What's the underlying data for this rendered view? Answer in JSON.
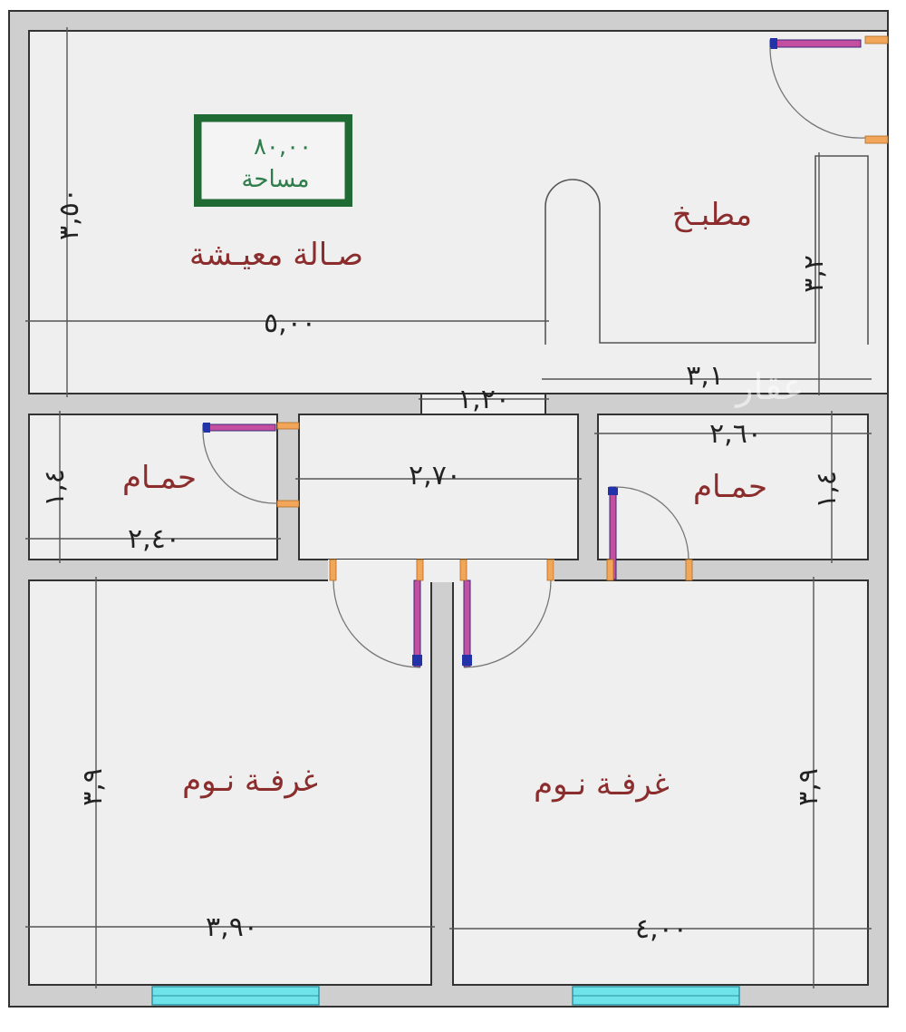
{
  "rooms": {
    "living": "صـالة معيـشة",
    "kitchen": "مطبـخ",
    "bath_left": "حمـام",
    "bath_right": "حمـام",
    "bed_left": "غرفـة نـوم",
    "bed_right": "غرفـة نـوم"
  },
  "area_box": {
    "value": "٨٠,٠٠",
    "label": "مساحة"
  },
  "dimensions": {
    "living_height": "٣,٥٠",
    "living_width": "٥,٠٠",
    "kitchen_height": "٣,٢",
    "kitchen_width": "٣,١",
    "corridor_opening": "١,٢٠",
    "corridor_width": "٢,٧٠",
    "bath_left_height": "١,٤",
    "bath_left_width": "٢,٤٠",
    "bath_right_width": "٢,٦٠",
    "bath_right_height": "١,٤",
    "bed_left_height": "٣,٩",
    "bed_left_width": "٣,٩٠",
    "bed_right_height": "٣,٩",
    "bed_right_width": "٤,٠٠"
  },
  "watermark": "عقار",
  "colors": {
    "room_label": "#8b2d2d",
    "area_box_border": "#1f6b33",
    "window": "#6fe3ea",
    "door_leaf": "#c44fa0"
  }
}
